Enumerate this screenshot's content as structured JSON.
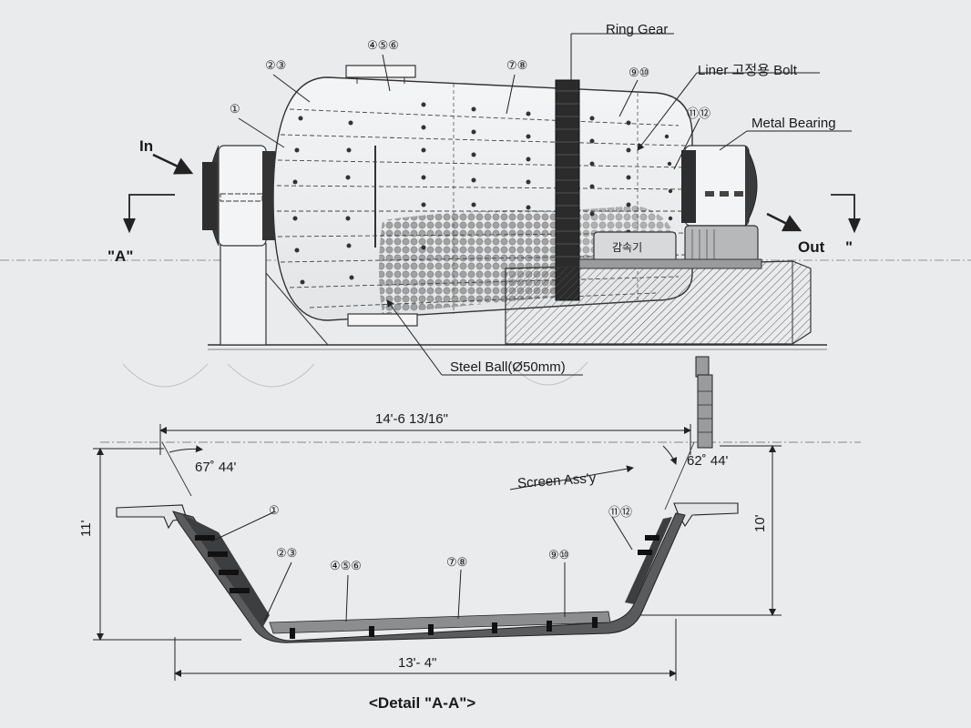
{
  "labels": {
    "ring_gear": "Ring Gear",
    "liner_bolt": "Liner 고정용 Bolt",
    "metal_bearing": "Metal Bearing",
    "in": "In",
    "out": "Out",
    "section_a_left": "\"A\"",
    "section_a_right": "\"",
    "steel_ball": "Steel Ball(Ø50mm)",
    "reducer": "감속기",
    "screen_assy": "Screen Ass'y",
    "detail_title": "<Detail \"A-A\">"
  },
  "callouts_top": {
    "c1": "①",
    "c23": "②③",
    "c456": "④⑤⑥",
    "c78": "⑦⑧",
    "c910": "⑨⑩",
    "c1112": "⑪⑫"
  },
  "callouts_bottom": {
    "c1": "①",
    "c23": "②③",
    "c456": "④⑤⑥",
    "c78": "⑦⑧",
    "c910": "⑨⑩",
    "c1112": "⑪⑫"
  },
  "dimensions": {
    "top_width": "14'-6 13/16\"",
    "bottom_width": "13'- 4\"",
    "left_height": "11'",
    "right_height": "10'",
    "left_angle": "67˚ 44'",
    "right_angle": "62˚ 44'"
  },
  "colors": {
    "paper": "#e9ebed",
    "line": "#2a2a2a",
    "liner": "#4a4a4a",
    "foundation": "#b9b9b9"
  }
}
